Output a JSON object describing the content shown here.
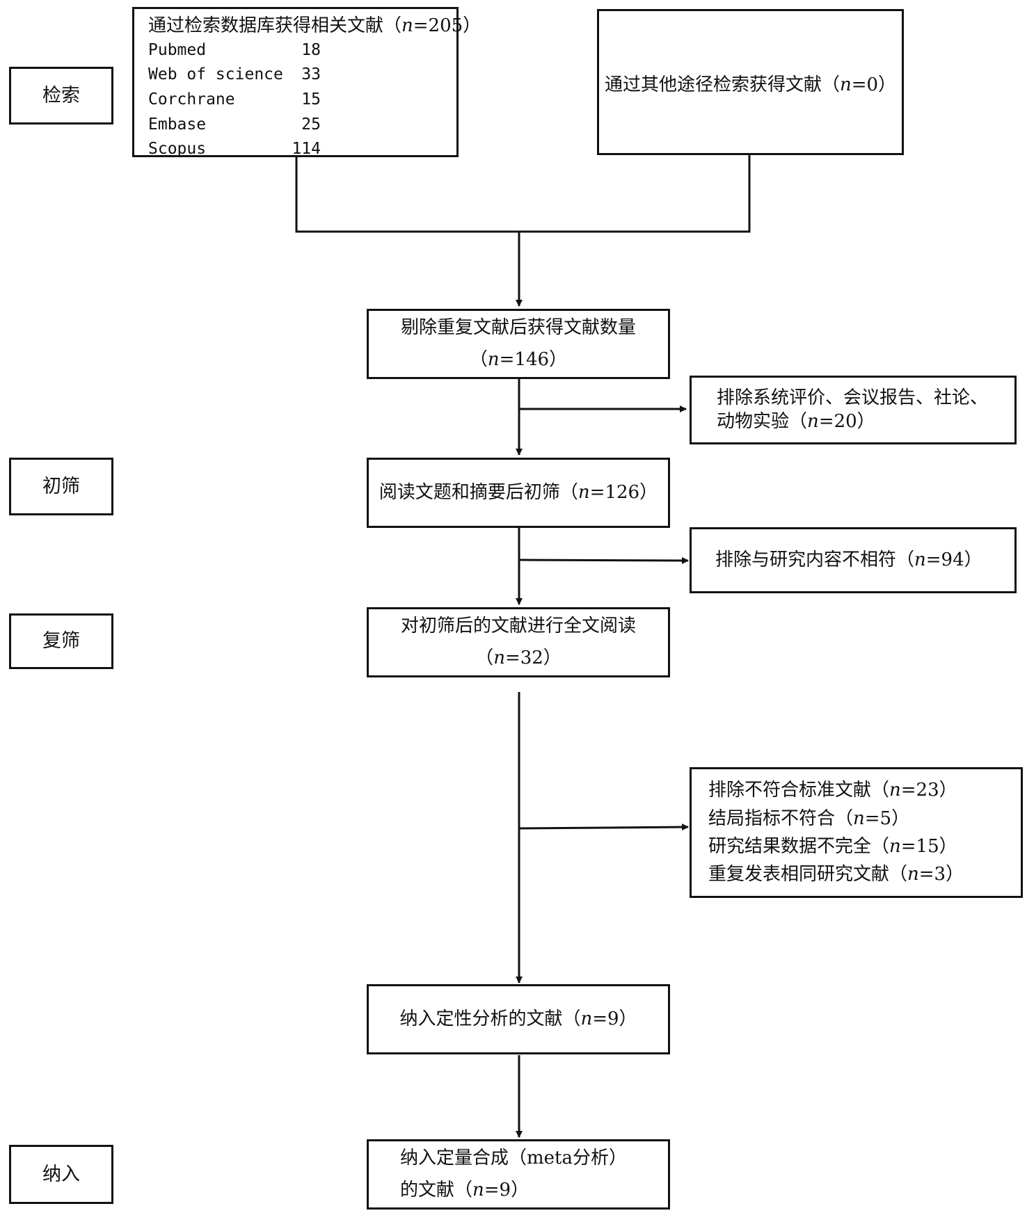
{
  "stages": {
    "search": "检索",
    "initial": "初筛",
    "second": "复筛",
    "include": "纳入"
  },
  "database_search": {
    "title": "通过检索数据库获得相关文献（",
    "n_label": "n",
    "n_value": "=205）",
    "sources": [
      {
        "name": "Pubmed",
        "count": "18"
      },
      {
        "name": "Web of science",
        "count": "33"
      },
      {
        "name": "Corchrane",
        "count": "15"
      },
      {
        "name": "Embase",
        "count": "25"
      },
      {
        "name": "Scopus",
        "count": "114"
      }
    ]
  },
  "other_search": {
    "text": "通过其他途径检索获得文献（",
    "n_label": "n",
    "n_value": "=0）"
  },
  "dedup": {
    "line1": "剔除重复文献后获得文献数量",
    "prefix": "（",
    "n_label": "n",
    "n_value": "=146）"
  },
  "excl_1": {
    "line1": "排除系统评价、会议报告、社论、",
    "line2": "动物实验（",
    "n_label": "n",
    "n_value": "=20）"
  },
  "screen": {
    "text": "阅读文题和摘要后初筛（",
    "n_label": "n",
    "n_value": "=126）"
  },
  "excl_2": {
    "text": "排除与研究内容不相符（",
    "n_label": "n",
    "n_value": "=94）"
  },
  "fulltext": {
    "line1": "对初筛后的文献进行全文阅读",
    "prefix": "（",
    "n_label": "n",
    "n_value": "=32）"
  },
  "excl_3": {
    "items": [
      {
        "text": "排除不符合标准文献（",
        "n_label": "n",
        "n_value": "=23）"
      },
      {
        "text": "结局指标不符合（",
        "n_label": "n",
        "n_value": "=5）"
      },
      {
        "text": "研究结果数据不完全（",
        "n_label": "n",
        "n_value": "=15）"
      },
      {
        "text": "重复发表相同研究文献（",
        "n_label": "n",
        "n_value": "=3）"
      }
    ]
  },
  "qualitative": {
    "text": "纳入定性分析的文献（",
    "n_label": "n",
    "n_value": "=9）"
  },
  "quantitative": {
    "line1": "纳入定量合成（meta分析）",
    "line2": "的文献（",
    "n_label": "n",
    "n_value": "=9）"
  }
}
